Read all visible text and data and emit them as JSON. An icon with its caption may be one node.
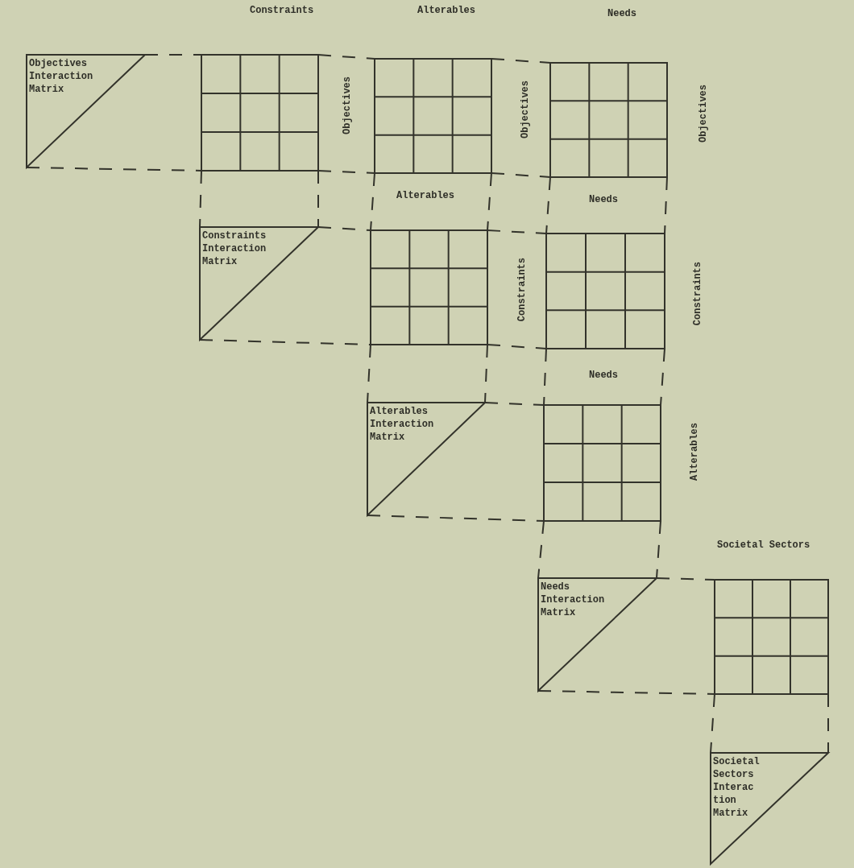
{
  "diagram": {
    "nodes": [
      {
        "text": [
          "Objectives Interaction Matrix"
        ]
      },
      {
        "text": [],
        "shape": "grid"
      },
      {
        "text": [],
        "shape": "grid"
      },
      {
        "text": [],
        "shape": "grid"
      },
      {
        "text": [
          "Constraints Interaction Matrix"
        ]
      },
      {
        "text": [],
        "shape": "grid"
      },
      {
        "text": [],
        "shape": "grid"
      },
      {
        "text": [
          "Alterables Interaction Matrix"
        ]
      },
      {
        "text": [],
        "shape": "grid"
      },
      {
        "text": [
          "Needs Interaction Matrix"
        ]
      },
      {
        "text": [],
        "shape": "grid"
      },
      {
        "text": [
          "Societal Sectors Interac tion Matrix"
        ]
      }
    ],
    "edges": [
      {
        "from": 0,
        "to": 1,
        "arrow": "none",
        "style": "dashed"
      },
      {
        "from": 0,
        "to": 1,
        "arrow": "none",
        "style": "dashed"
      },
      {
        "from": 1,
        "to": 2,
        "arrow": "none",
        "style": "dashed"
      },
      {
        "from": 1,
        "to": 2,
        "arrow": "none",
        "style": "dashed"
      },
      {
        "from": 2,
        "to": 3,
        "arrow": "none",
        "style": "dashed"
      },
      {
        "from": 2,
        "to": 3,
        "arrow": "none",
        "style": "dashed"
      },
      {
        "from": 1,
        "to": 4,
        "arrow": "none",
        "style": "dashed"
      },
      {
        "from": 1,
        "to": 4,
        "arrow": "none",
        "style": "dashed"
      },
      {
        "from": 2,
        "to": 5,
        "arrow": "none",
        "style": "dashed"
      },
      {
        "from": 2,
        "to": 5,
        "arrow": "none",
        "style": "dashed"
      },
      {
        "from": 3,
        "to": 6,
        "arrow": "none",
        "style": "dashed"
      },
      {
        "from": 3,
        "to": 6,
        "arrow": "none",
        "style": "dashed"
      },
      {
        "from": 4,
        "to": 5,
        "arrow": "none",
        "style": "dashed"
      },
      {
        "from": 4,
        "to": 5,
        "arrow": "none",
        "style": "dashed"
      },
      {
        "from": 5,
        "to": 6,
        "arrow": "none",
        "style": "dashed"
      },
      {
        "from": 5,
        "to": 6,
        "arrow": "none",
        "style": "dashed"
      },
      {
        "from": 5,
        "to": 7,
        "arrow": "none",
        "style": "dashed"
      },
      {
        "from": 5,
        "to": 7,
        "arrow": "none",
        "style": "dashed"
      },
      {
        "from": 6,
        "to": 8,
        "arrow": "none",
        "style": "dashed"
      },
      {
        "from": 6,
        "to": 8,
        "arrow": "none",
        "style": "dashed"
      },
      {
        "from": 7,
        "to": 8,
        "arrow": "none",
        "style": "dashed"
      },
      {
        "from": 7,
        "to": 8,
        "arrow": "none",
        "style": "dashed"
      },
      {
        "from": 8,
        "to": 9,
        "arrow": "none",
        "style": "dashed"
      },
      {
        "from": 8,
        "to": 9,
        "arrow": "none",
        "style": "dashed"
      },
      {
        "from": 9,
        "to": 10,
        "arrow": "none",
        "style": "dashed"
      },
      {
        "from": 9,
        "to": 10,
        "arrow": "none",
        "style": "dashed"
      },
      {
        "from": 10,
        "to": 11,
        "arrow": "none",
        "style": "dashed"
      },
      {
        "from": 10,
        "to": 11,
        "arrow": "none",
        "style": "dashed"
      }
    ],
    "labels": [
      "Constraints",
      "Alterables",
      "Needs",
      "Objectives",
      "Objectives",
      "Objectives",
      "Alterables",
      "Needs",
      "Constraints",
      "Constraints",
      "Needs",
      "Alterables",
      "Societal Sectors"
    ]
  }
}
